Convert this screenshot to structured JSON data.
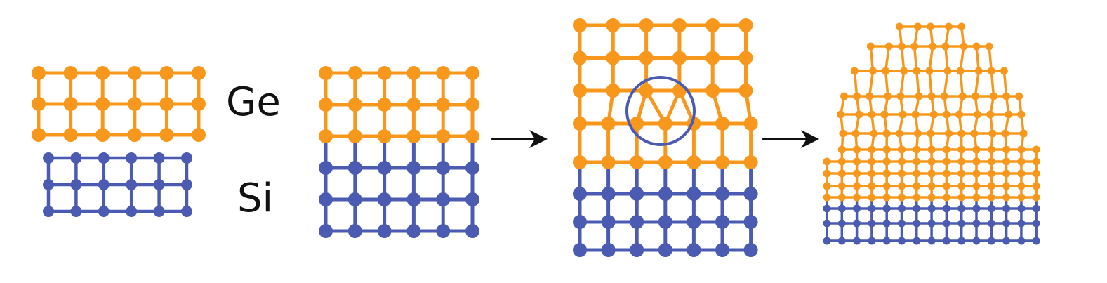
{
  "labels": {
    "ge": "Ge",
    "si": "Si"
  },
  "colors": {
    "ge": "#F7981D",
    "si": "#4A5BB1",
    "arrow": "#111111",
    "highlight": "#4A5BB1"
  },
  "panels": [
    {
      "id": "ge-layer",
      "material": "ge",
      "cols": 6,
      "rows": 3
    },
    {
      "id": "si-layer",
      "material": "si",
      "cols": 6,
      "rows": 3
    },
    {
      "id": "bonded-stack",
      "ge_rows": 3,
      "si_rows": 3,
      "cols": 6
    },
    {
      "id": "relaxed-stack",
      "ge_rows": 5,
      "si_rows": 3,
      "cols": 7,
      "defect_highlighted": true
    },
    {
      "id": "grown-island",
      "ge_rows": 11,
      "si_rows": 3,
      "cols": 15
    }
  ]
}
